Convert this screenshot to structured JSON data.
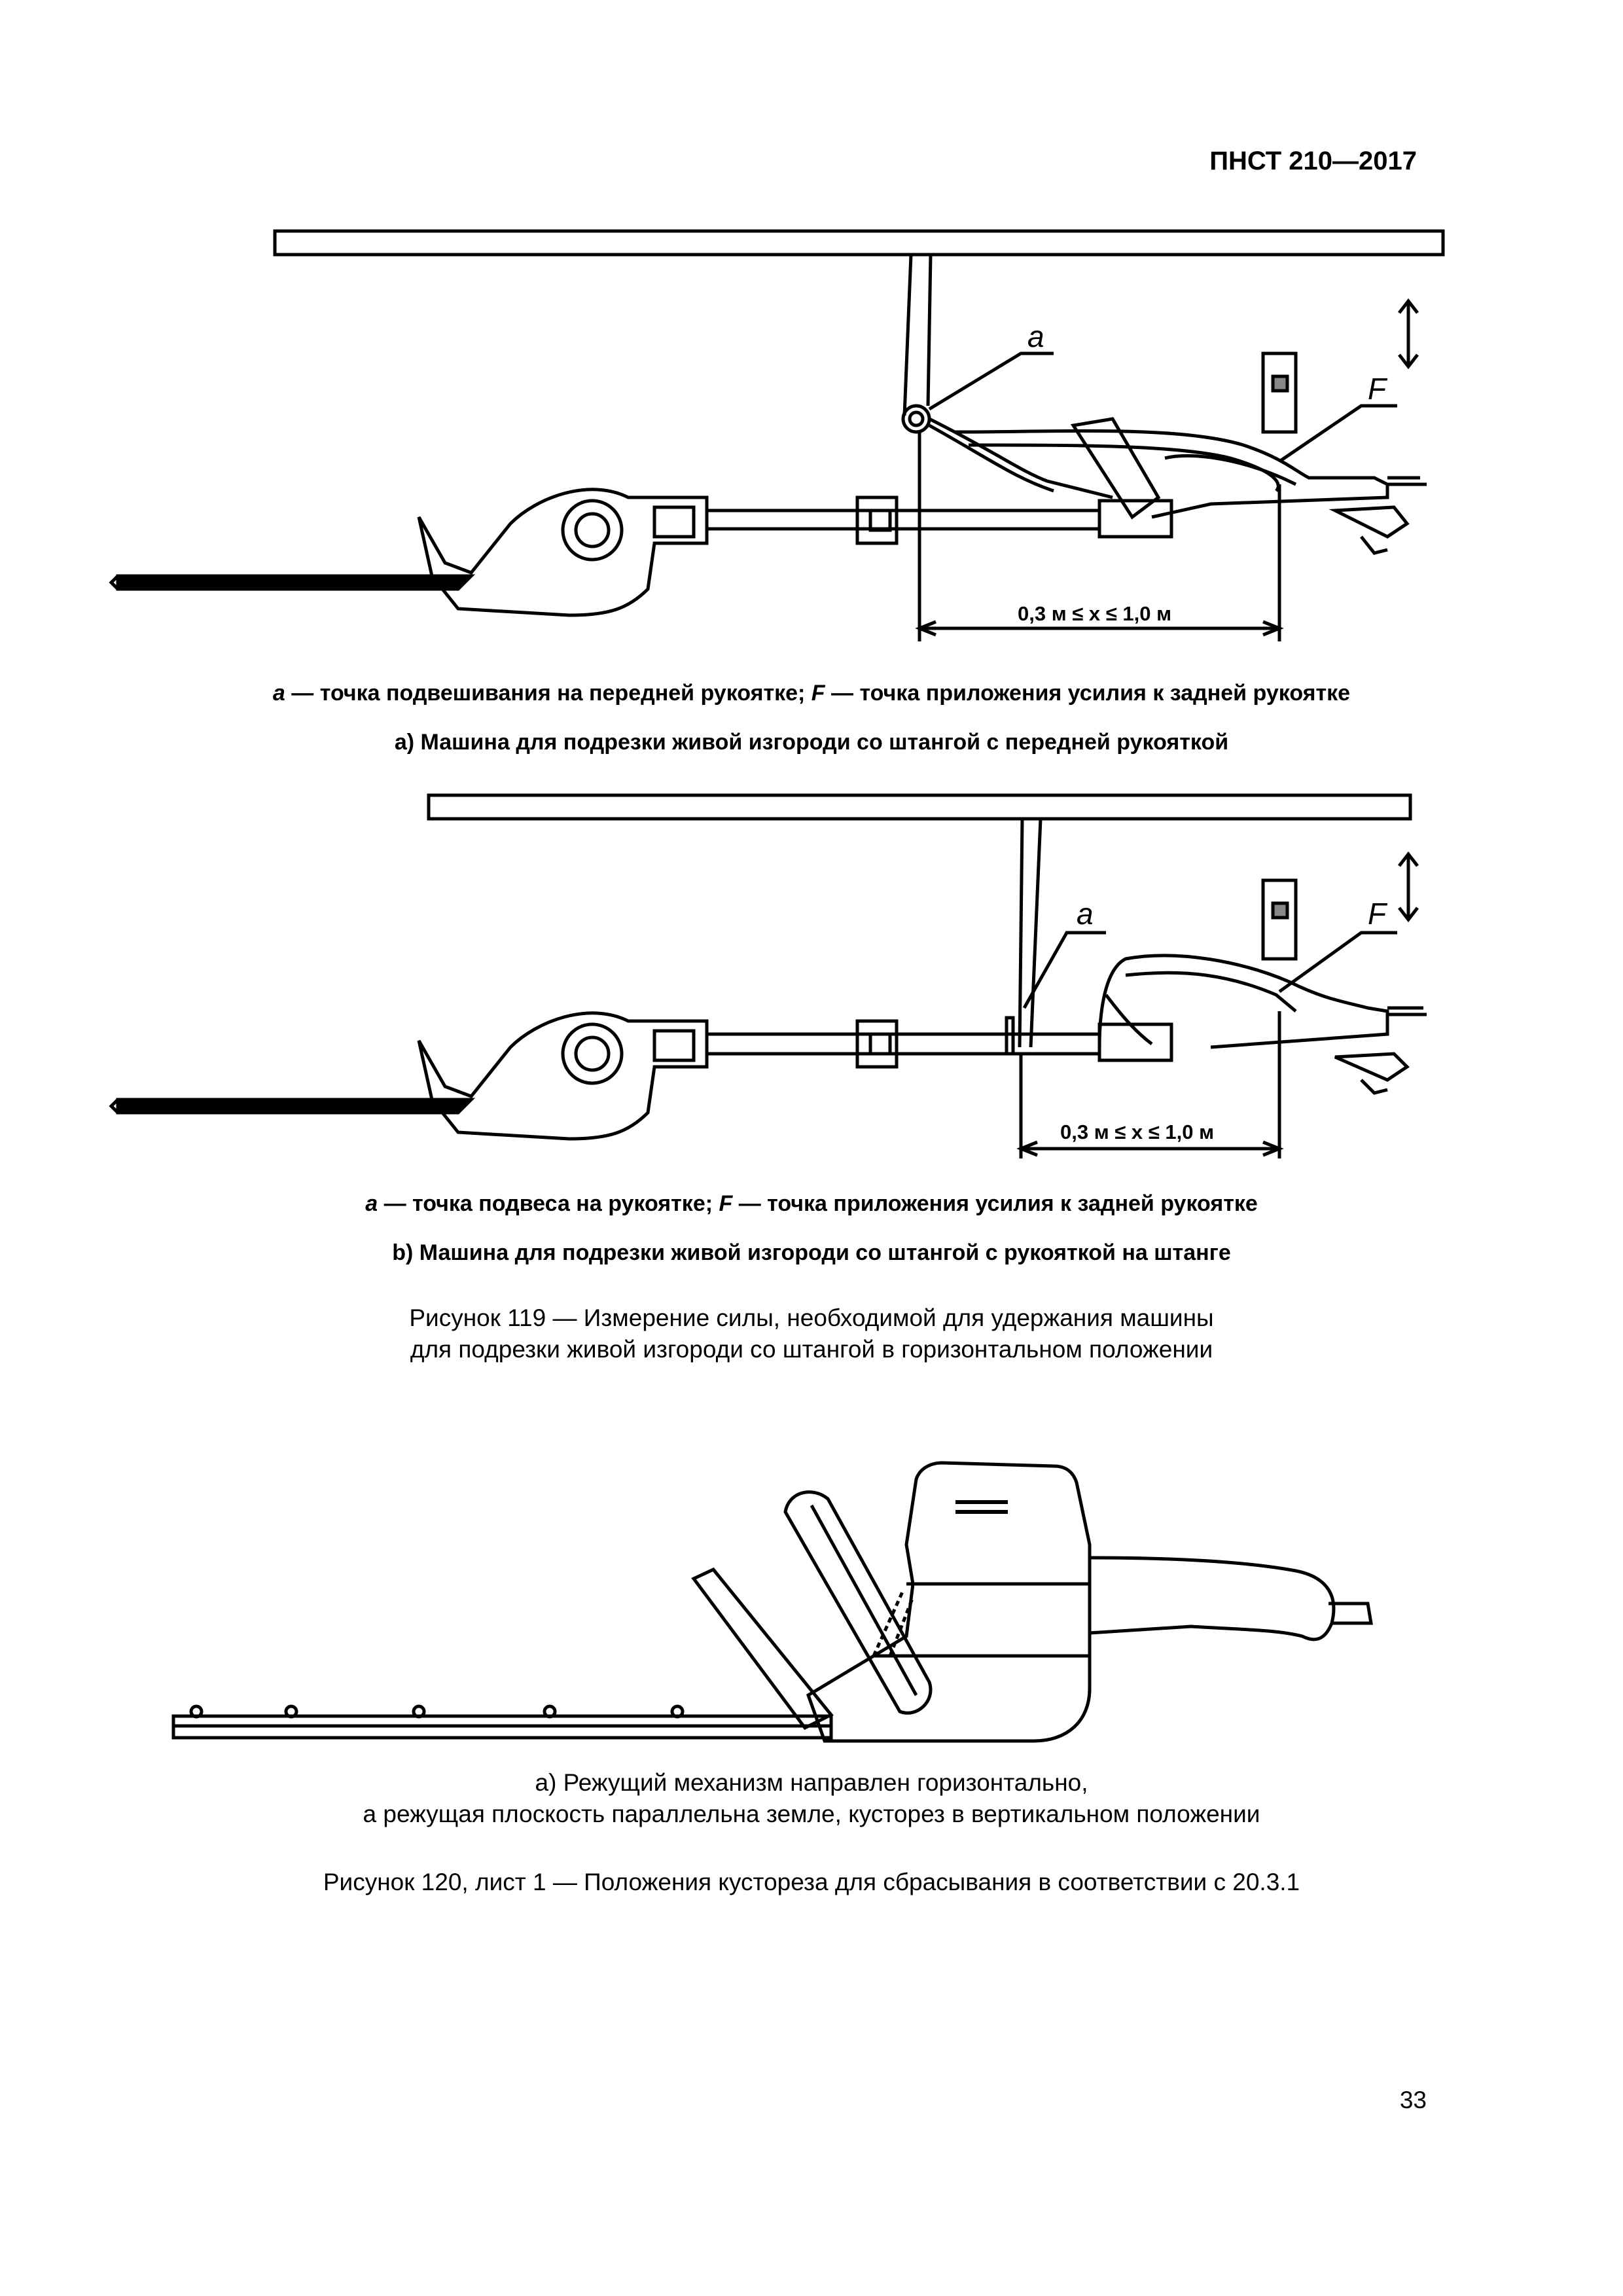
{
  "header": {
    "doc_id": "ПНСТ 210—2017"
  },
  "fig119a": {
    "label_a": "a",
    "label_F": "F",
    "dimension": "0,3 м ≤ x ≤ 1,0 м",
    "legend_a": "a",
    "legend_text1": " — точка подвешивания на передней рукоятке; ",
    "legend_F": "F",
    "legend_text2": " — точка приложения усилия к задней рукоятке",
    "subcaption": "a) Машина для подрезки живой изгороди со штангой с передней рукояткой"
  },
  "fig119b": {
    "label_a": "a",
    "label_F": "F",
    "dimension": "0,3 м ≤ x ≤ 1,0 м",
    "legend_a": "a",
    "legend_text1": " — точка подвеса на рукоятке; ",
    "legend_F": "F",
    "legend_text2": " — точка приложения усилия к задней рукоятке",
    "subcaption": "b) Машина для подрезки живой изгороди со штангой с рукояткой на штанге"
  },
  "figure119_caption_line1": "Рисунок 119 — Измерение силы, необходимой для удержания машины",
  "figure119_caption_line2": "для подрезки живой изгороди со штангой в горизонтальном положении",
  "fig120": {
    "subcaption_line1": "а) Режущий механизм направлен горизонтально,",
    "subcaption_line2": "а режущая плоскость параллельна земле, кусторез в вертикальном положении",
    "caption": "Рисунок 120, лист 1 — Положения кустореза для сбрасывания в соответствии с 20.3.1"
  },
  "page_number": "33"
}
